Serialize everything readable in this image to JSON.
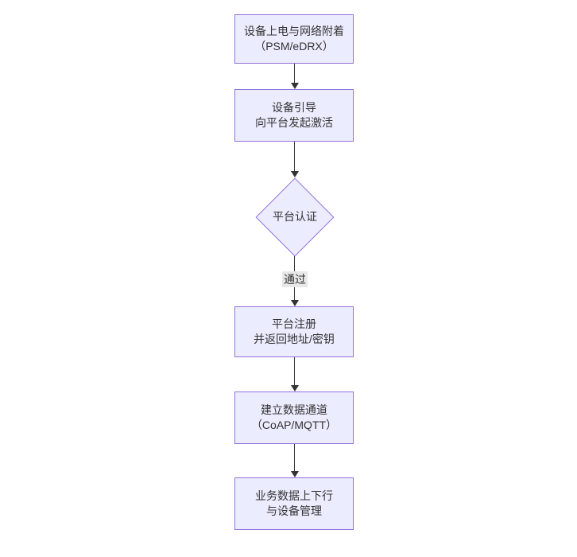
{
  "diagram": {
    "type": "flowchart",
    "direction": "top-down",
    "colors": {
      "canvas_bg": "#ffffff",
      "node_fill": "#ECECFF",
      "node_border": "#9370DB",
      "node_text": "#333333",
      "edge_line": "#333333",
      "edge_label_bg": "#e8e8e8",
      "edge_label_text": "#333333"
    },
    "nodes": [
      {
        "id": "A",
        "shape": "rect",
        "label": "设备上电与网络附着\n（PSM/eDRX）"
      },
      {
        "id": "B",
        "shape": "rect",
        "label": "设备引导\n向平台发起激活"
      },
      {
        "id": "C",
        "shape": "diamond",
        "label": "平台认证"
      },
      {
        "id": "D",
        "shape": "rect",
        "label": "平台注册\n并返回地址/密钥"
      },
      {
        "id": "E",
        "shape": "rect",
        "label": "建立数据通道\n（CoAP/MQTT）"
      },
      {
        "id": "F",
        "shape": "rect",
        "label": "业务数据上下行\n与设备管理"
      }
    ],
    "edges": [
      {
        "from": "A",
        "to": "B",
        "label": ""
      },
      {
        "from": "B",
        "to": "C",
        "label": ""
      },
      {
        "from": "C",
        "to": "D",
        "label": "通过"
      },
      {
        "from": "D",
        "to": "E",
        "label": ""
      },
      {
        "from": "E",
        "to": "F",
        "label": ""
      }
    ]
  }
}
